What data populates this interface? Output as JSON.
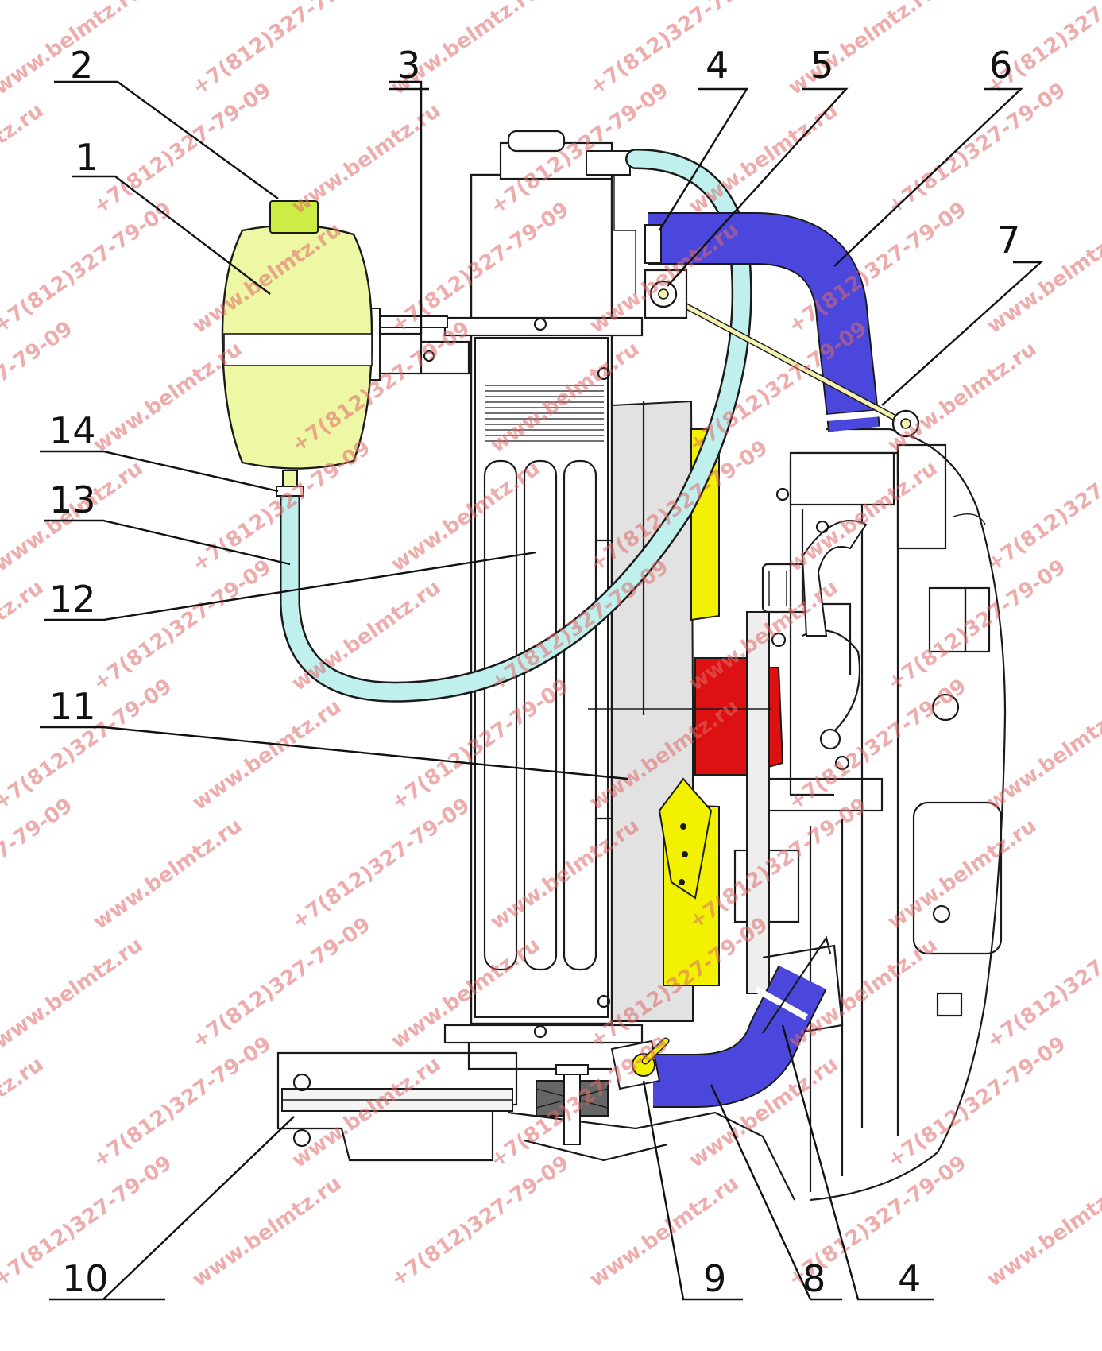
{
  "colors": {
    "tank": "#eef7a4",
    "tank_cap": "#ccee44",
    "hose_blue": "#4b47dc",
    "hose_cyan": "#bff0ee",
    "fan_red": "#dd1111",
    "fan_blade": "#f2f200",
    "shroud": "#e2e2e2",
    "watermark": "#e06a6a"
  },
  "callouts": [
    {
      "id": "1",
      "label": "1"
    },
    {
      "id": "2",
      "label": "2"
    },
    {
      "id": "3",
      "label": "3"
    },
    {
      "id": "4a",
      "label": "4"
    },
    {
      "id": "5",
      "label": "5"
    },
    {
      "id": "6",
      "label": "6"
    },
    {
      "id": "7",
      "label": "7"
    },
    {
      "id": "8",
      "label": "8"
    },
    {
      "id": "9",
      "label": "9"
    },
    {
      "id": "10",
      "label": "10"
    },
    {
      "id": "11",
      "label": "11"
    },
    {
      "id": "12",
      "label": "12"
    },
    {
      "id": "13",
      "label": "13"
    },
    {
      "id": "14",
      "label": "14"
    },
    {
      "id": "4b",
      "label": "4"
    }
  ],
  "watermarks": {
    "site": "www.belmtz.ru",
    "phone": "+7(812)327-79-09"
  }
}
